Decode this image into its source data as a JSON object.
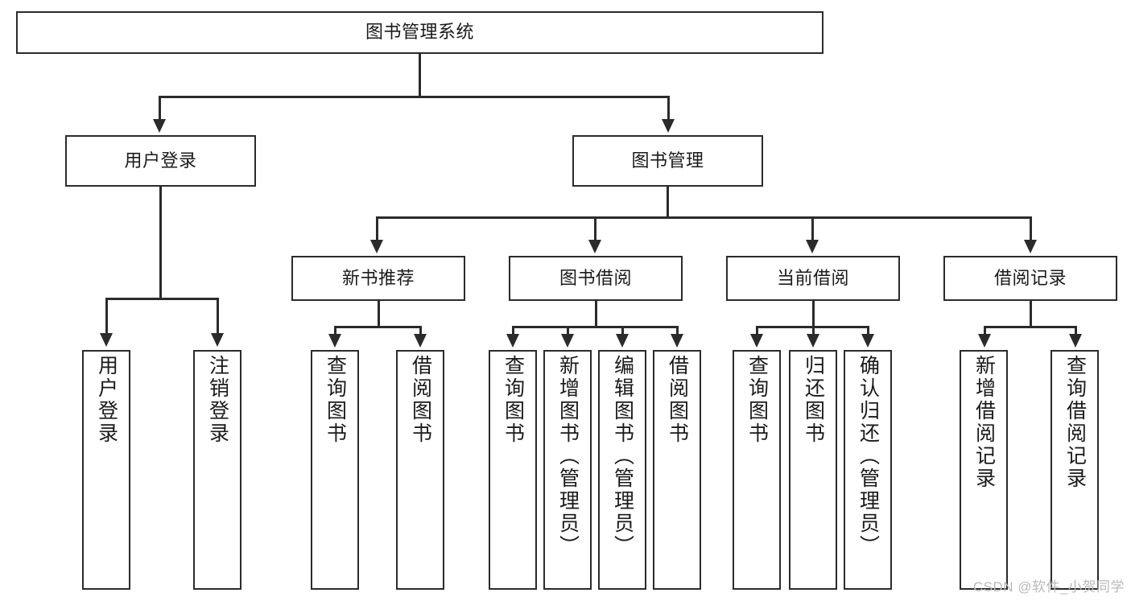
{
  "diagram": {
    "title": "图书管理系统",
    "type": "tree",
    "watermark": "CSDN @软件_小贺同学",
    "colors": {
      "stroke": "#2b2b2b",
      "fill": "#ffffff",
      "text": "#1a1a1a",
      "watermark": "#b9b9b9"
    },
    "root": {
      "label": "图书管理系统"
    },
    "level2": [
      {
        "label": "用户登录"
      },
      {
        "label": "图书管理"
      }
    ],
    "level3": [
      {
        "label": "新书推荐"
      },
      {
        "label": "图书借阅"
      },
      {
        "label": "当前借阅"
      },
      {
        "label": "借阅记录"
      }
    ],
    "leaves": {
      "user_login": [
        {
          "label": "用户登录"
        },
        {
          "label": "注销登录"
        }
      ],
      "new_books": [
        {
          "label": "查询图书"
        },
        {
          "label": "借阅图书"
        }
      ],
      "book_borrow": [
        {
          "label": "查询图书"
        },
        {
          "label": "新增图书（管理员）"
        },
        {
          "label": "编辑图书（管理员）"
        },
        {
          "label": "借阅图书"
        }
      ],
      "current_borrow": [
        {
          "label": "查询图书"
        },
        {
          "label": "归还图书"
        },
        {
          "label": "确认归还（管理员）"
        }
      ],
      "borrow_records": [
        {
          "label": "新增借阅记录"
        },
        {
          "label": "查询借阅记录"
        }
      ]
    }
  }
}
